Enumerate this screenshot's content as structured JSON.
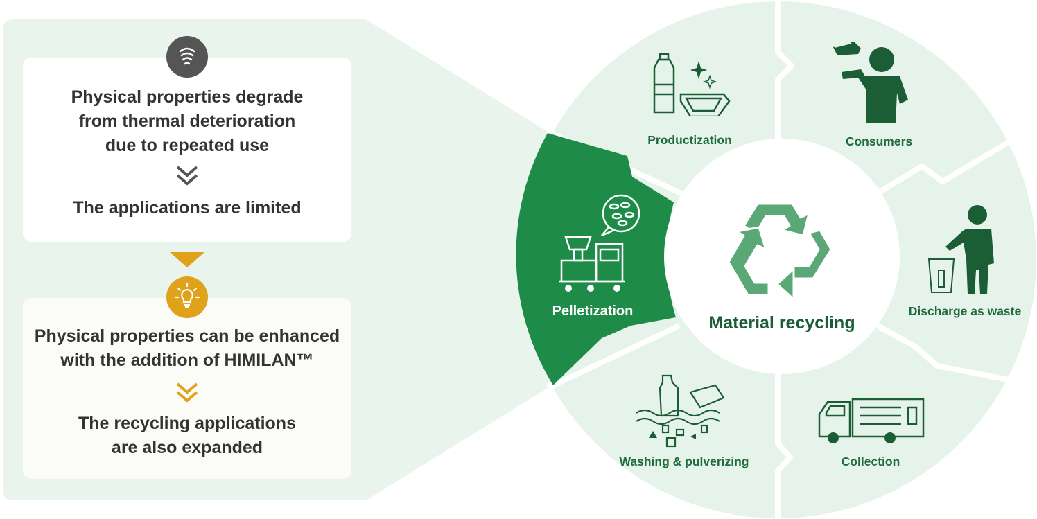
{
  "left_panel": {
    "before": {
      "icon": "thermal-degradation-icon",
      "lines": [
        "Physical properties degrade",
        "from thermal deterioration",
        "due to repeated use"
      ],
      "result": "The applications are limited"
    },
    "after": {
      "icon": "lightbulb-icon",
      "lines": [
        "Physical properties can be enhanced",
        "with the addition of HIMILAN™"
      ],
      "result_lines": [
        "The recycling applications",
        "are also expanded"
      ]
    }
  },
  "cycle": {
    "center_label": "Material recycling",
    "center_icon": "recycle-icon",
    "stages": [
      {
        "label": "Productization",
        "icon": "bottle-and-tray-icon"
      },
      {
        "label": "Consumers",
        "icon": "person-drinking-icon"
      },
      {
        "label": "Discharge as waste",
        "icon": "person-throwing-away-icon"
      },
      {
        "label": "Collection",
        "icon": "garbage-truck-icon"
      },
      {
        "label": "Washing & pulverizing",
        "icon": "washing-crushing-icon"
      },
      {
        "label": "Pelletization",
        "icon": "pellet-machine-icon",
        "highlighted": true
      }
    ]
  },
  "colors": {
    "panel_bg": "#e8f4ec",
    "ring_bg": "#e6f3ea",
    "highlight": "#1e8c48",
    "dark_green": "#1b5e36",
    "gold": "#e0a21b",
    "gray_icon": "#555555"
  }
}
